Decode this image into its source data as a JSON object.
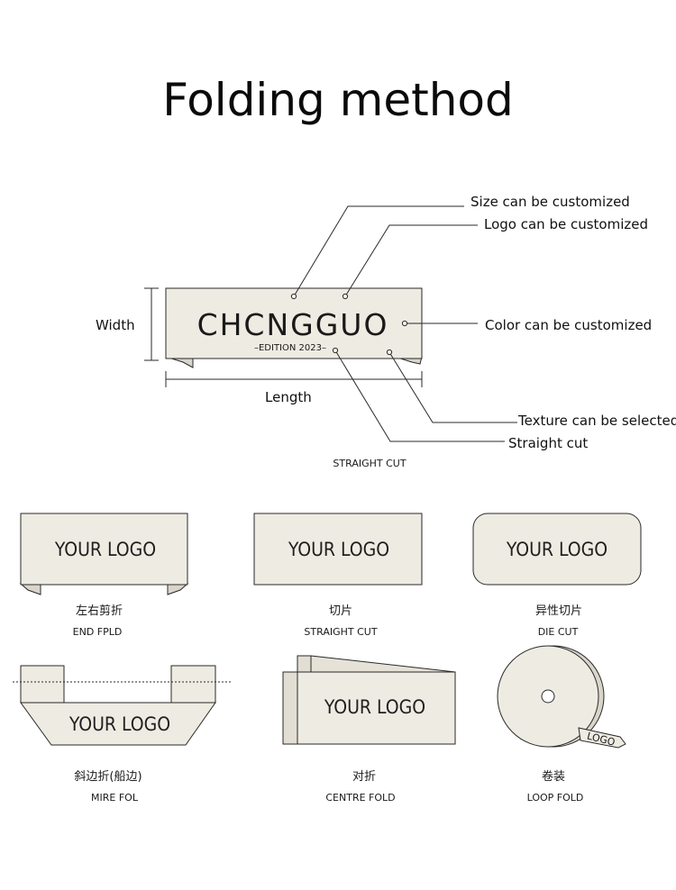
{
  "title": "Folding method",
  "main_label": {
    "brand": "CHCNGGUO",
    "edition": "–EDITION 2023–",
    "width_label": "Width",
    "length_label": "Length",
    "caption": "STRAIGHT CUT"
  },
  "annotations": {
    "size": "Size can be customized",
    "logo": "Logo can be customized",
    "color": "Color can be customized",
    "texture": "Texture can be selected",
    "cut": "Straight cut"
  },
  "styles": [
    {
      "logo": "YOUR LOGO",
      "cn": "左右剪折",
      "en": "END FPLD"
    },
    {
      "logo": "YOUR LOGO",
      "cn": "切片",
      "en": "STRAIGHT CUT"
    },
    {
      "logo": "YOUR LOGO",
      "cn": "异性切片",
      "en": "DIE CUT"
    },
    {
      "logo": "YOUR LOGO",
      "cn": "斜边折(船边)",
      "en": "MIRE FOL"
    },
    {
      "logo": "YOUR LOGO",
      "cn": "对折",
      "en": "CENTRE FOLD"
    },
    {
      "logo": "LOGO",
      "cn": "卷装",
      "en": "LOOP FOLD"
    }
  ],
  "colors": {
    "label_fill": "#eeebe2",
    "stroke": "#2a2a2a"
  }
}
